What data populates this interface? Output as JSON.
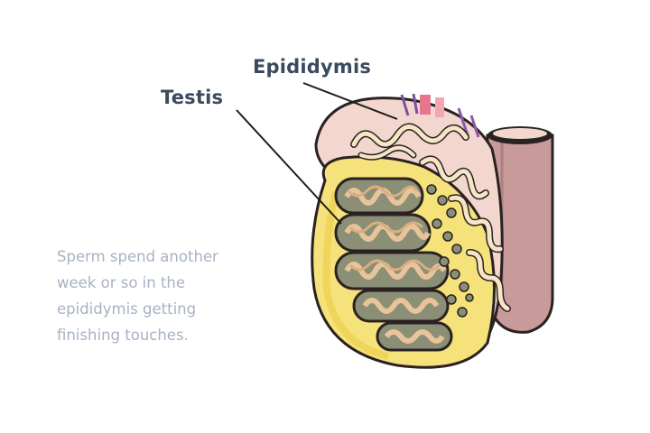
{
  "labels": {
    "epididymis": "Epididymis",
    "testis": "Testis"
  },
  "caption": {
    "lines": [
      "Sperm spend another",
      "week or so in the",
      "epididymis getting",
      "finishing touches."
    ]
  },
  "colors": {
    "label": "#3a4a5e",
    "caption": "#a7b2c4",
    "tunica": "#f6e27a",
    "duct": "#c99a9a",
    "epididymis": "#f3d6cd",
    "tubule": "#e8c49a",
    "lobule_bg": "#8a8f76",
    "outline": "#2a2222"
  }
}
